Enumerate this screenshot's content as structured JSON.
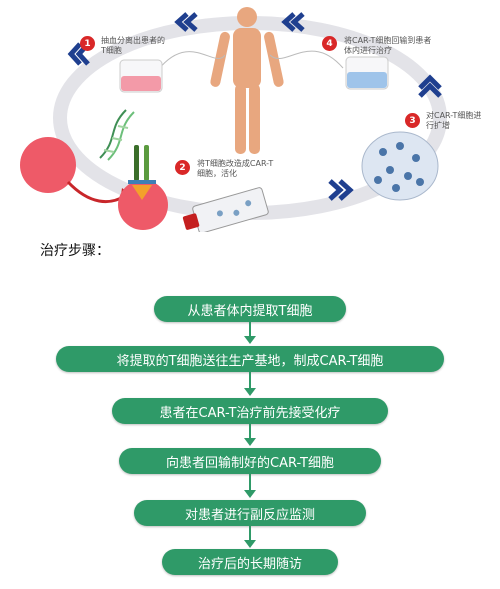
{
  "cycle": {
    "steps": [
      {
        "num": "1",
        "text_lines": [
          "抽血分离出患者的",
          "T细胞"
        ]
      },
      {
        "num": "2",
        "text_lines": [
          "将T细胞改造成CAR-T",
          "细胞，活化"
        ]
      },
      {
        "num": "3",
        "text_lines": [
          "对CAR-T细胞进",
          "行扩增"
        ]
      },
      {
        "num": "4",
        "text_lines": [
          "将CAR-T细胞回输到患者",
          "体内进行治疗"
        ]
      }
    ]
  },
  "heading": "治疗步骤：",
  "flow": {
    "steps": [
      "从患者体内提取T细胞",
      "将提取的T细胞送往生产基地，制成CAR-T细胞",
      "患者在CAR-T治疗前先接受化疗",
      "向患者回输制好的CAR-T细胞",
      "对患者进行副反应监测",
      "治疗后的长期随访"
    ]
  },
  "colors": {
    "accent_red": "#d92828",
    "chevron_blue": "#1f3f8f",
    "flow_green": "#2f9a68"
  }
}
